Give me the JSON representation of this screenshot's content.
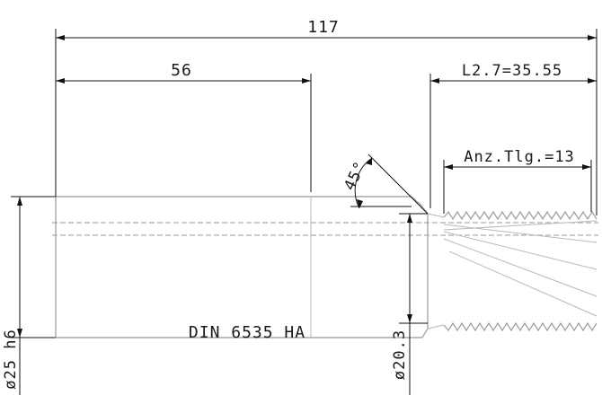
{
  "drawing": {
    "dimensions": {
      "overall_length": "117",
      "shank_length": "56",
      "thread_length": "L2.7=35.55",
      "teeth_count": "Anz.Tlg.=13",
      "chamfer_angle": "45°",
      "shank_diameter": "ø25 h6",
      "neck_diameter": "ø20.3"
    },
    "standard_label": "DIN 6535 HA",
    "colors": {
      "dimension": "#111111",
      "part_outline": "#a8a8a8",
      "center_line": "#9a9a9a",
      "thread": "#9c9c9c"
    }
  }
}
